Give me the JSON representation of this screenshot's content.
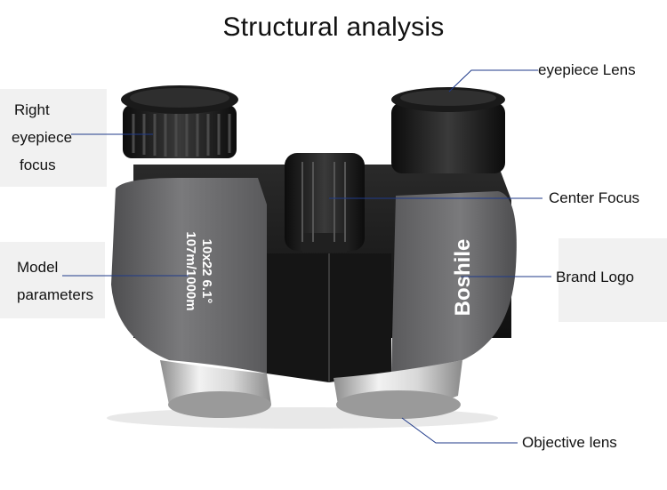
{
  "title": "Structural analysis",
  "product": {
    "brand_logo": "Boshile",
    "model_line1": "10x22 6.1°",
    "model_line2": "107m/1000m"
  },
  "callouts": {
    "right_focus": [
      "Right",
      "eyepiece",
      "focus"
    ],
    "model_params": [
      "Model",
      "parameters"
    ],
    "eyepiece_lens": "eyepiece Lens",
    "center_focus": "Center Focus",
    "brand_logo": "Brand Logo",
    "objective_lens": "Objective lens"
  },
  "colors": {
    "callout_line": "#1f3a8a",
    "body_gray": "#6e6e70",
    "rubber_black": "#1b1b1b",
    "silver": "#c9c9c9"
  }
}
